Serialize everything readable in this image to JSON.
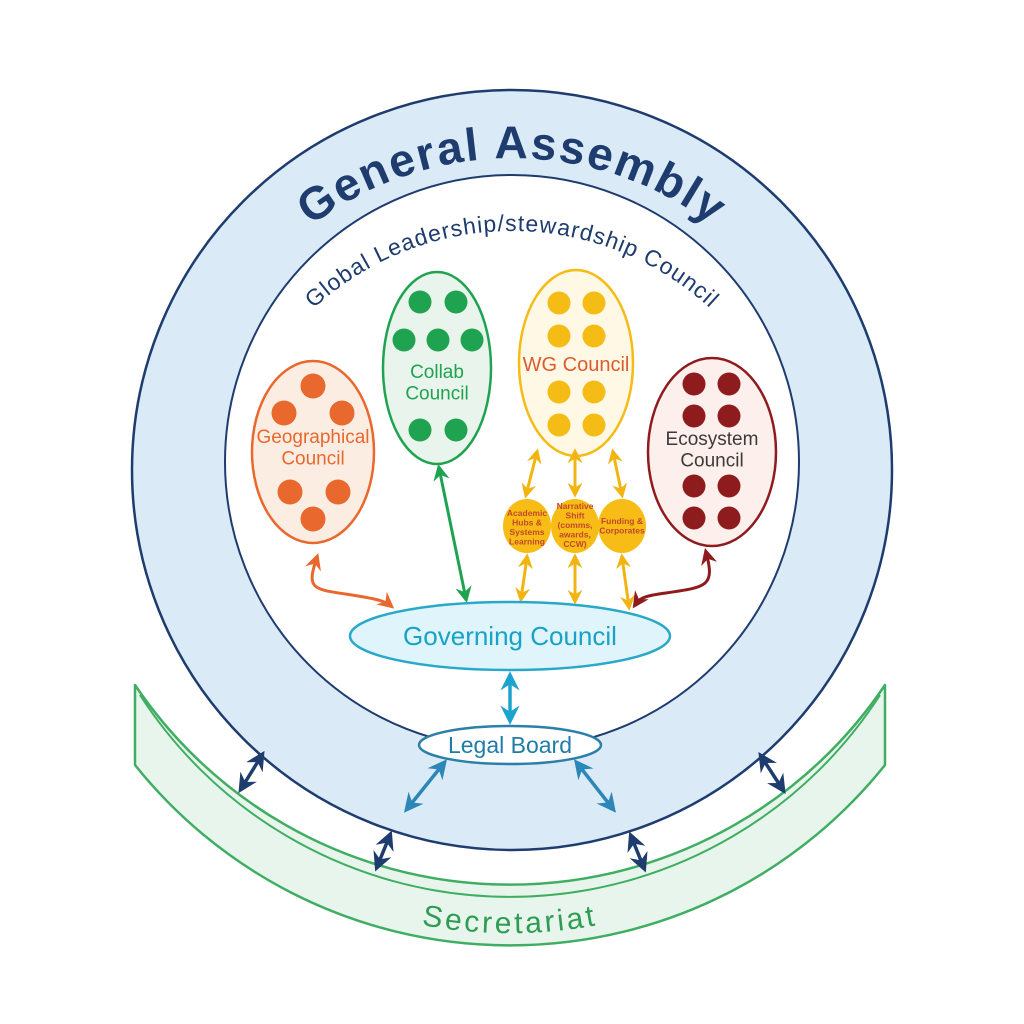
{
  "diagram": {
    "outer_ring_label": "General Assembly",
    "inner_ring_label": "Global Leadership/stewardship Council",
    "councils": [
      {
        "id": "geographical",
        "label_lines": [
          "Geographical",
          "Council"
        ],
        "member_dots": 6,
        "color": "#E8682E",
        "fill": "#FCEDE2",
        "label_color": "#E8682E"
      },
      {
        "id": "collab",
        "label_lines": [
          "Collab",
          "Council"
        ],
        "member_dots": 7,
        "color": "#1FA351",
        "fill": "#E9F5EC",
        "label_color": "#1FA351"
      },
      {
        "id": "wg",
        "label_lines": [
          "WG Council"
        ],
        "member_dots": 8,
        "color": "#F5BC16",
        "fill": "#FEF8E4",
        "label_color": "#DE5B2F"
      },
      {
        "id": "ecosystem",
        "label_lines": [
          "Ecosystem",
          "Council"
        ],
        "member_dots": 8,
        "color": "#8E1B1E",
        "fill": "#FCEFEC",
        "label_color": "#3E3A39"
      }
    ],
    "working_groups": [
      {
        "label_lines": [
          "Academic",
          "Hubs &",
          "Systems",
          "Learning"
        ]
      },
      {
        "label_lines": [
          "Narrative",
          "Shift",
          "(comms,",
          "awards,",
          "CCW)"
        ]
      },
      {
        "label_lines": [
          "Funding &",
          "Corporates"
        ]
      }
    ],
    "governing_council_label": "Governing Council",
    "legal_board_label": "Legal Board",
    "secretariat_label": "Secretariat",
    "colors": {
      "navy": "#1E3C6E",
      "ring_fill": "#DAEAF6",
      "inner_fill": "#FFFFFF",
      "governing_fill": "#DFF4FB",
      "governing_stroke": "#29A8C9",
      "governing_text": "#17A2C6",
      "legal_stroke": "#2C7FA8",
      "legal_text": "#1F7CA6",
      "band_fill": "#E8F5EC",
      "band_highlight": "#F4FAF5",
      "band_stroke": "#3FAE62",
      "band_text": "#2E9D52",
      "hub_fill": "#F7BC16",
      "hub_text": "#C4472A",
      "arrow_yellow": "#F2B411",
      "arrow_green": "#1FA351",
      "arrow_orange": "#E8682E",
      "arrow_darkred": "#8E1B1E",
      "arrow_cyan": "#1CA3CF",
      "arrow_blue": "#2C87B8",
      "arrow_navy": "#1E3C6E"
    }
  }
}
